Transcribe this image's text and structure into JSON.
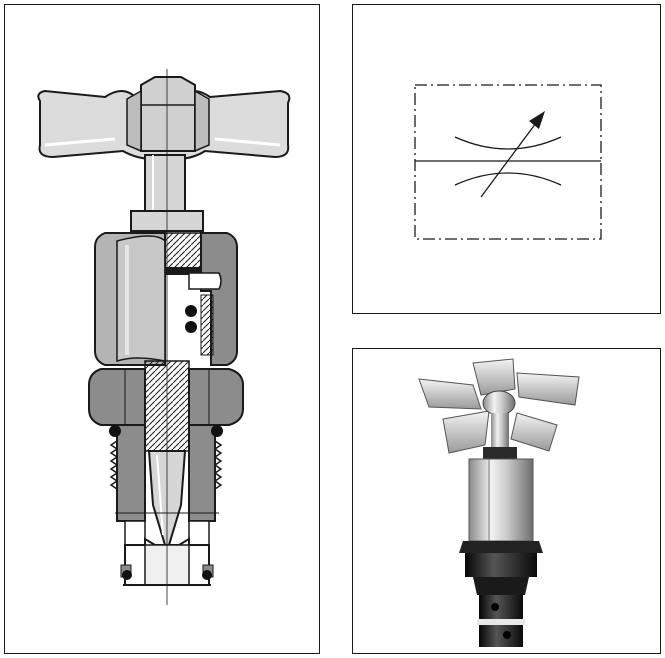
{
  "figure": {
    "panels": [
      {
        "id": "cross-section",
        "kind": "sectional drawing of T-handle needle valve cartridge"
      },
      {
        "id": "hydraulic-symbol",
        "kind": "adjustable throttle valve symbol"
      },
      {
        "id": "product-photo",
        "kind": "photograph of cartridge valve with star handle"
      }
    ],
    "colors": {
      "outline": "#1a1a1a",
      "handle": "#dcdcdc",
      "steel": "#d6d6d6",
      "body_section": "#8c8c8c",
      "nut": "#b4b4b4",
      "seal": "#111111"
    },
    "icons": [
      "t-handle",
      "o-ring-seal",
      "arrow-adjustable"
    ]
  }
}
